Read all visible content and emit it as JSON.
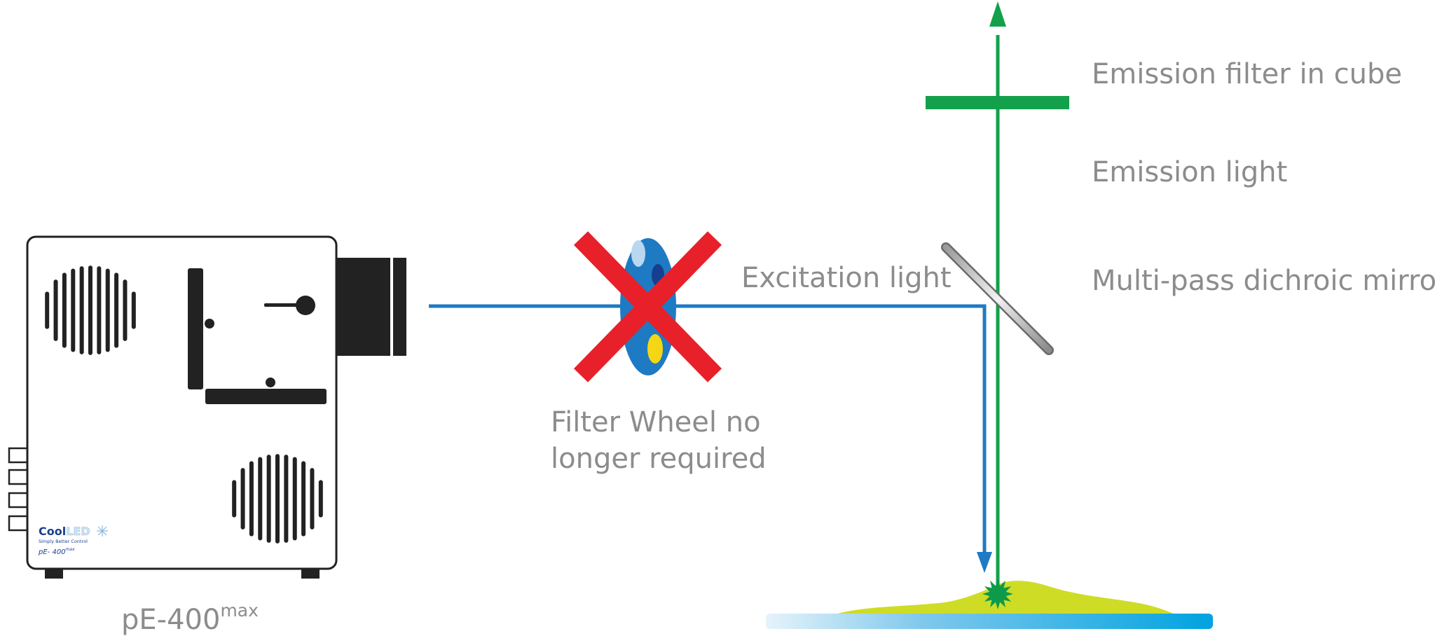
{
  "labels": {
    "emission_filter": "Emission filter in cube",
    "emission_light": "Emission light",
    "dichroic_mirror": "Multi-pass dichroic mirror",
    "excitation_light": "Excitation light",
    "filter_wheel_line1": "Filter Wheel no",
    "filter_wheel_line2": "longer required",
    "device_name": "pE-400",
    "device_name_sup": "max"
  },
  "device_badge": {
    "brand_part1": "Cool",
    "brand_part2": "LED",
    "tagline": "Simply Better Control",
    "model": "pE- 400",
    "model_sup": "max"
  },
  "colors": {
    "excitation_blue": "#1f7ac4",
    "emission_green": "#13a04a",
    "cross_red": "#e8202a",
    "sample_yellow": "#cfdc26",
    "label_gray": "#8c8c8c",
    "device_black": "#222222"
  }
}
